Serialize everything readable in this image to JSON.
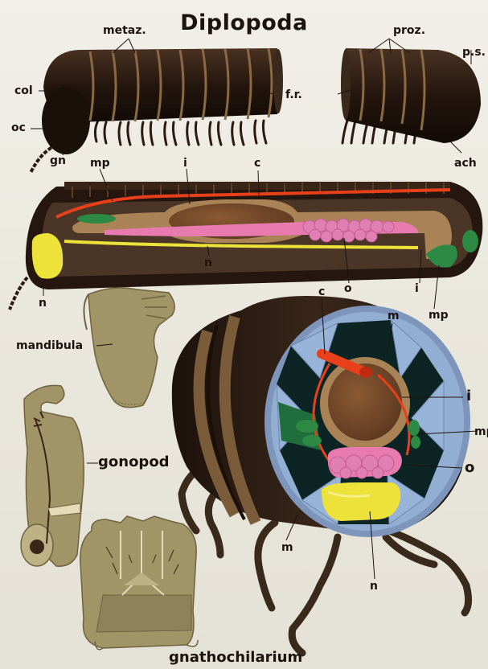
{
  "title": "Diplopoda",
  "labels": {
    "metaz": "metaz.",
    "proz": "proz.",
    "ps": "p.s.",
    "col": "col",
    "oc": "oc",
    "fr": "f.r.",
    "gn": "gn",
    "ach": "ach",
    "mp_top": "mp",
    "i_top": "i",
    "c_top": "c",
    "n_left": "n",
    "n_mid": "n",
    "o_mid": "o",
    "i_right": "i",
    "mp_right": "mp",
    "mandibula": "mandibula",
    "c_cross": "c",
    "m_cross_top": "m",
    "i_cross": "i",
    "mp_cross": "mp",
    "gonopod": "gonopod",
    "o_cross": "o",
    "m_cross_bottom": "m",
    "n_cross": "n",
    "gnathochilarium": "gnathochilarium"
  },
  "colors": {
    "body": "#2a1a12",
    "ring": "#7a5c3a",
    "heart": "#e8401a",
    "intestine": "#a98356",
    "ovary": "#e77bb0",
    "nerve": "#ece23a",
    "gland": "#2c8a45",
    "chitin": "#a19467",
    "cross_blue": "#93aed3"
  }
}
